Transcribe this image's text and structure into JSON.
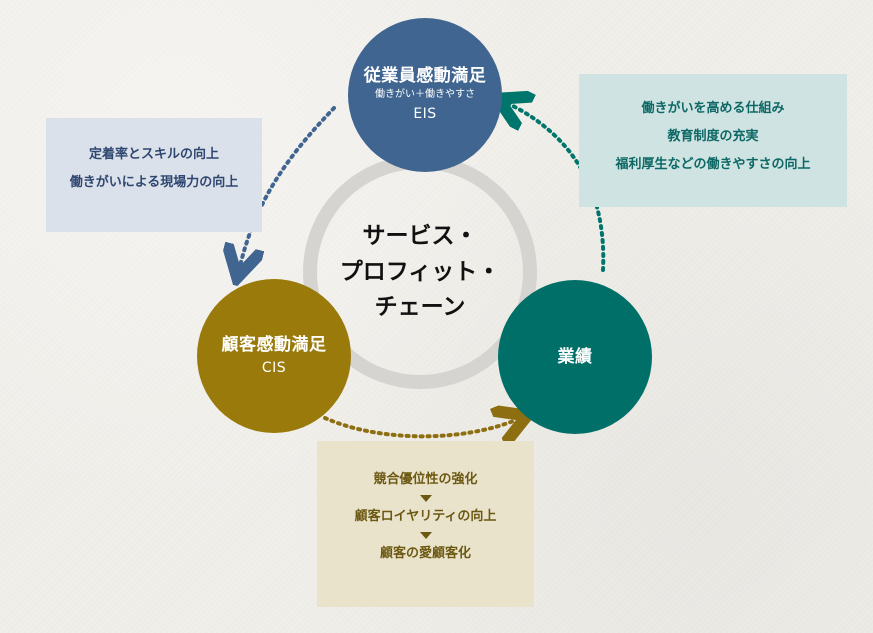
{
  "diagram": {
    "center_title_lines": [
      "サービス・",
      "プロフィット・",
      "チェーン"
    ],
    "eis": {
      "title": "従業員感動満足",
      "subtitle": "働きがい＋働きやすさ",
      "code": "EIS",
      "color": "#3f6590"
    },
    "cis": {
      "title": "顧客感動満足",
      "code": "CIS",
      "color": "#9a7a0a"
    },
    "performance": {
      "title": "業績",
      "color": "#006f68"
    },
    "left_note": {
      "lines": [
        "定着率とスキルの向上",
        "働きがいによる現場力の向上"
      ],
      "bg": "#dbe1ea",
      "text_color": "#2f4770"
    },
    "right_note": {
      "lines": [
        "働きがいを高める仕組み",
        "教育制度の充実",
        "福利厚生などの働きやすさの向上"
      ],
      "bg": "#cfe3e2",
      "text_color": "#0d6865"
    },
    "bottom_note": {
      "lines": [
        "競合優位性の強化",
        "顧客ロイヤリティの向上",
        "顧客の愛顧客化"
      ],
      "bg": "#eae3cb",
      "text_color": "#6b5812"
    },
    "arrows": {
      "eis_to_cis": "#3f6590",
      "cis_to_perf": "#8d6f12",
      "perf_to_eis": "#00756c"
    }
  }
}
